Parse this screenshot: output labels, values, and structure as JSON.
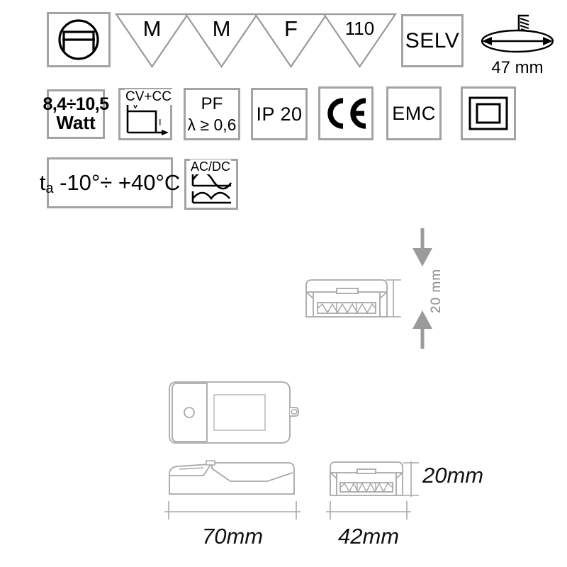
{
  "document": {
    "title": "LED driver technical specification symbols and dimensions"
  },
  "symbols_row1": [
    {
      "name": "independent-control-gear-icon",
      "shape": "box-circle-rect",
      "label": ""
    },
    {
      "name": "triangle-m-1",
      "shape": "triangle-down",
      "label": "M"
    },
    {
      "name": "triangle-m-2",
      "shape": "triangle-down",
      "label": "M"
    },
    {
      "name": "triangle-f",
      "shape": "triangle-down",
      "label": "F"
    },
    {
      "name": "triangle-110",
      "shape": "triangle-down",
      "label": "110"
    },
    {
      "name": "selv-box",
      "shape": "box-text",
      "label": "SELV"
    },
    {
      "name": "drill-diameter-icon",
      "shape": "drill-ellipse",
      "label": "47 mm"
    }
  ],
  "symbols_row2": [
    {
      "name": "power-range-box",
      "shape": "box-two-line",
      "label_top": "8,4÷10,5",
      "label_bottom": "Watt"
    },
    {
      "name": "cv-cc-graph-box",
      "shape": "box-graph",
      "label": "CV+CC",
      "axis_y": "V",
      "axis_x": "I"
    },
    {
      "name": "power-factor-box",
      "shape": "box-two-line",
      "label_top": "PF",
      "label_bottom": "λ ≥ 0,6"
    },
    {
      "name": "ip-rating-box",
      "shape": "box-text",
      "label": "IP 20"
    },
    {
      "name": "ce-mark-box",
      "shape": "box-ce",
      "label": "CE"
    },
    {
      "name": "emc-box",
      "shape": "box-text",
      "label": "EMC"
    },
    {
      "name": "class-2-box",
      "shape": "box-double-square",
      "label": ""
    }
  ],
  "symbols_row3": [
    {
      "name": "ambient-temperature-box",
      "shape": "box-text-wide",
      "label_prefix": "t",
      "label_sub": "a",
      "label_rest": " -10°÷ +40°C"
    },
    {
      "name": "ac-dc-box",
      "shape": "box-waveform",
      "label": "AC/DC"
    }
  ],
  "drawings": {
    "connector_top": {
      "name": "connector-end-view-upper",
      "dimension_label": "20 mm"
    },
    "product_top_view": {
      "name": "product-top-view"
    },
    "product_side_view": {
      "name": "product-side-view",
      "dimension_label": "70mm"
    },
    "connector_bottom": {
      "name": "connector-end-view-lower",
      "width_label": "42mm",
      "height_label": "20mm"
    }
  },
  "colors": {
    "box_border": "#a3a3a3",
    "line_gray": "#9a9a9a",
    "drawing_gray": "#a8a8a8",
    "text_black": "#000000",
    "arrow_gray": "#9b9b9b"
  }
}
